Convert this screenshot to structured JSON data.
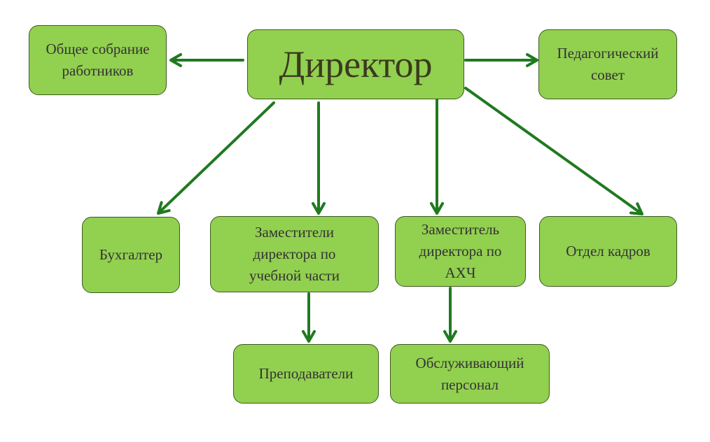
{
  "diagram": {
    "nodes": {
      "director": "Директор",
      "general_meeting": "Общее собрание\nработников",
      "ped_council": "Педагогический\nсовет",
      "accountant": "Бухгалтер",
      "deputy_edu": "Заместители\nдиректора по\nучебной  части",
      "deputy_ahch": "Заместитель\nдиректора по\nАХЧ",
      "hr_dept": "Отдел кадров",
      "teachers": "Преподаватели",
      "service_staff": "Обслуживающий\nперсонал"
    },
    "edges": [
      {
        "from": "director",
        "to": "general_meeting"
      },
      {
        "from": "director",
        "to": "ped_council"
      },
      {
        "from": "director",
        "to": "accountant"
      },
      {
        "from": "director",
        "to": "deputy_edu"
      },
      {
        "from": "director",
        "to": "deputy_ahch"
      },
      {
        "from": "director",
        "to": "hr_dept"
      },
      {
        "from": "deputy_edu",
        "to": "teachers"
      },
      {
        "from": "deputy_ahch",
        "to": "service_staff"
      }
    ],
    "colors": {
      "node_fill": "#92d050",
      "node_border": "#3d5a1f",
      "arrow": "#1f7a1f"
    }
  }
}
